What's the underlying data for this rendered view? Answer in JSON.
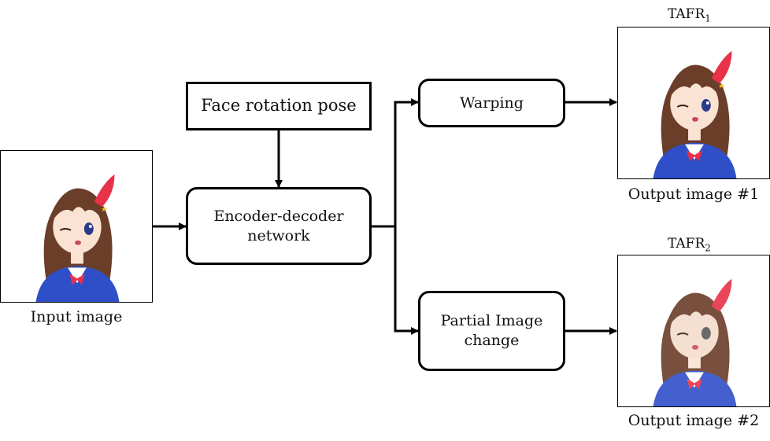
{
  "nodes": {
    "pose": "Face rotation pose",
    "encoder_decoder": "Encoder-decoder network",
    "warping": "Warping",
    "partial_change": "Partial Image change"
  },
  "images": {
    "input_caption": "Input image",
    "output1_caption": "Output image #1",
    "output2_caption": "Output image #2",
    "output1_label": "TAFR",
    "output1_sub": "1",
    "output2_label": "TAFR",
    "output2_sub": "2"
  },
  "edges": [
    {
      "from": "input",
      "to": "encoder_decoder"
    },
    {
      "from": "pose",
      "to": "encoder_decoder"
    },
    {
      "from": "encoder_decoder",
      "to": "warping"
    },
    {
      "from": "encoder_decoder",
      "to": "partial_change"
    },
    {
      "from": "warping",
      "to": "output1"
    },
    {
      "from": "partial_change",
      "to": "output2"
    }
  ],
  "colors": {
    "line": "#000000",
    "hair": "#6b3e2a",
    "skin": "#fbe3d4",
    "jacket": "#2f4fc9",
    "ribbon": "#e8324a",
    "eye": "#2a3a8c"
  }
}
